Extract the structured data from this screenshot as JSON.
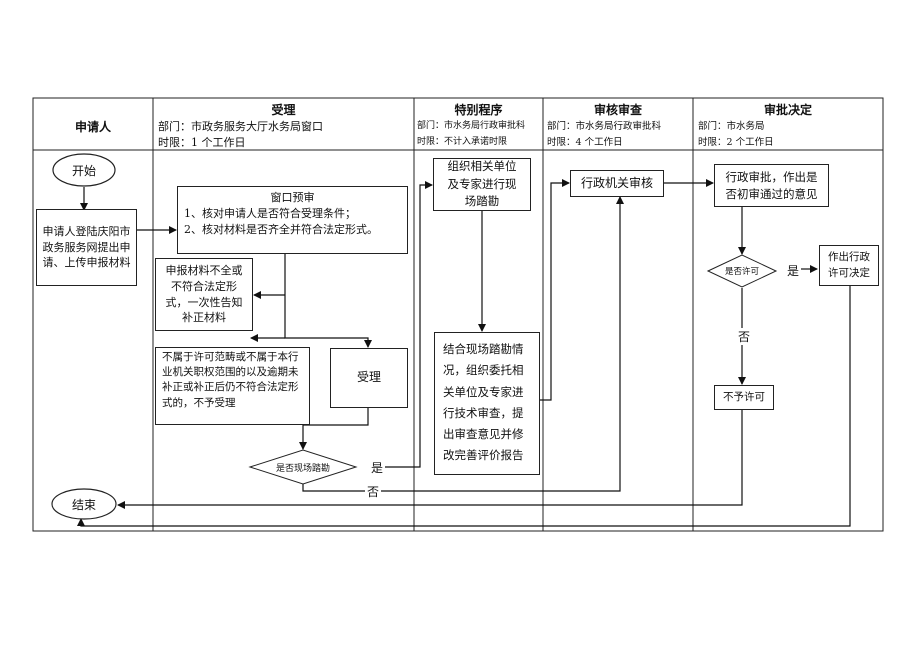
{
  "header": {
    "applicant": "申请人",
    "accept": {
      "title": "受理",
      "dept": "部门：市政务服务大厅水务局窗口",
      "limit": "时限：1 个工作日"
    },
    "special": {
      "title": "特别程序",
      "dept": "部门：市水务局行政审批科",
      "limit": "时限：不计入承诺时限"
    },
    "review": {
      "title": "审核审查",
      "dept": "部门：市水务局行政审批科",
      "limit": "时限：4 个工作日"
    },
    "decision": {
      "title": "审批决定",
      "dept": "部门：市水务局",
      "limit": "时限：2 个工作日"
    }
  },
  "nodes": {
    "start": "开始",
    "end": "结束",
    "apply": "申请人登陆庆阳市政务服务网提出申请、上传申报材料",
    "precheck_title": "窗口预审",
    "precheck_1": "1、核对申请人是否符合受理条件；",
    "precheck_2": "2、核对材料是否齐全并符合法定形式。",
    "incomplete": "申报材料不全或不符合法定形式，一次性告知补正材料",
    "reject": "不属于许可范畴或不属于本行业机关职权范围的以及逾期未补正或补正后仍不符合法定形式的，不予受理",
    "accepted": "受理",
    "site_decision": "是否现场踏勘",
    "organize": "组织相关单位及专家进行现场踏勘",
    "review_box": "结合现场踏勘情况，组织委托相关单位及专家进行技术审查，提出审查意见并修改完善评价报告",
    "agency_review": "行政机关审核",
    "approve_box": "行政审批，作出是否初审通过的意见",
    "permit_decision": "是否许可",
    "grant": "作出行政许可决定",
    "deny": "不予许可"
  },
  "labels": {
    "yes_site": "是",
    "no_site": "否",
    "yes_permit": "是",
    "no_permit": "否"
  }
}
